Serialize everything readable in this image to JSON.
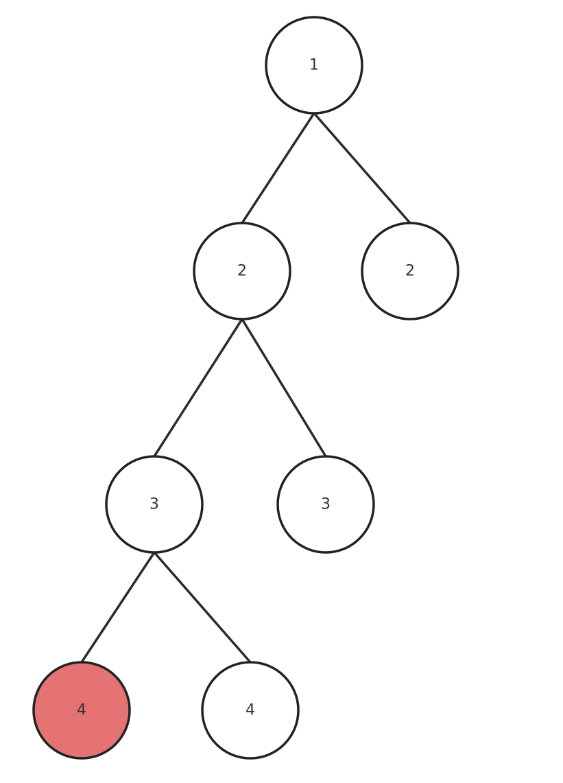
{
  "tree": {
    "colors": {
      "default_fill": "#ffffff",
      "highlight_fill": "#e57373",
      "stroke": "#222222",
      "label": "#333333"
    },
    "nodes": [
      {
        "id": "n1",
        "label": "1",
        "highlighted": false
      },
      {
        "id": "n2a",
        "label": "2",
        "highlighted": false
      },
      {
        "id": "n2b",
        "label": "2",
        "highlighted": false
      },
      {
        "id": "n3a",
        "label": "3",
        "highlighted": false
      },
      {
        "id": "n3b",
        "label": "3",
        "highlighted": false
      },
      {
        "id": "n4a",
        "label": "4",
        "highlighted": true
      },
      {
        "id": "n4b",
        "label": "4",
        "highlighted": false
      }
    ],
    "edges": [
      {
        "from": "n1",
        "to": "n2a"
      },
      {
        "from": "n1",
        "to": "n2b"
      },
      {
        "from": "n2a",
        "to": "n3a"
      },
      {
        "from": "n2a",
        "to": "n3b"
      },
      {
        "from": "n3a",
        "to": "n4a"
      },
      {
        "from": "n3a",
        "to": "n4b"
      }
    ]
  }
}
